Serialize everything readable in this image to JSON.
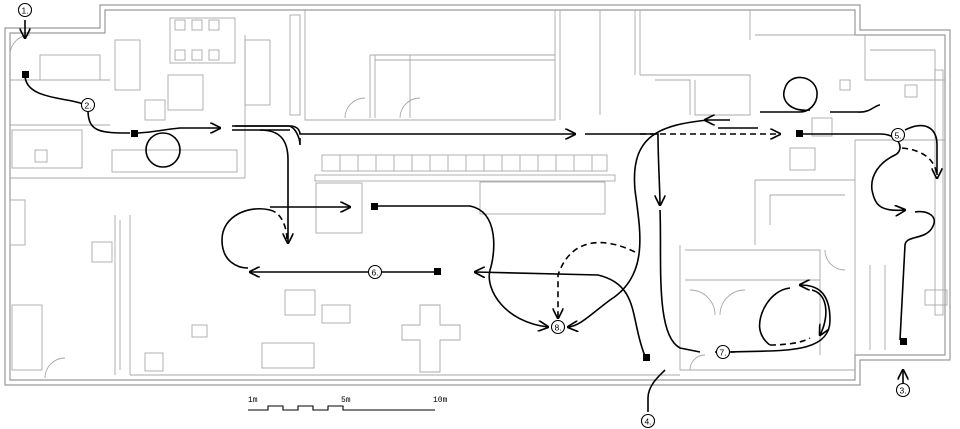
{
  "markers": [
    {
      "id": "marker-1",
      "label": "1."
    },
    {
      "id": "marker-2",
      "label": "2."
    },
    {
      "id": "marker-3",
      "label": "3."
    },
    {
      "id": "marker-4",
      "label": "4."
    },
    {
      "id": "marker-5",
      "label": "5."
    },
    {
      "id": "marker-6",
      "label": "6."
    },
    {
      "id": "marker-7",
      "label": "7."
    },
    {
      "id": "marker-8",
      "label": "8."
    }
  ],
  "scale": {
    "labels": [
      "1m",
      "5m",
      "10m"
    ]
  },
  "colors": {
    "walls": "#9a9a9a",
    "paths": "#000000",
    "background": "#ffffff"
  }
}
